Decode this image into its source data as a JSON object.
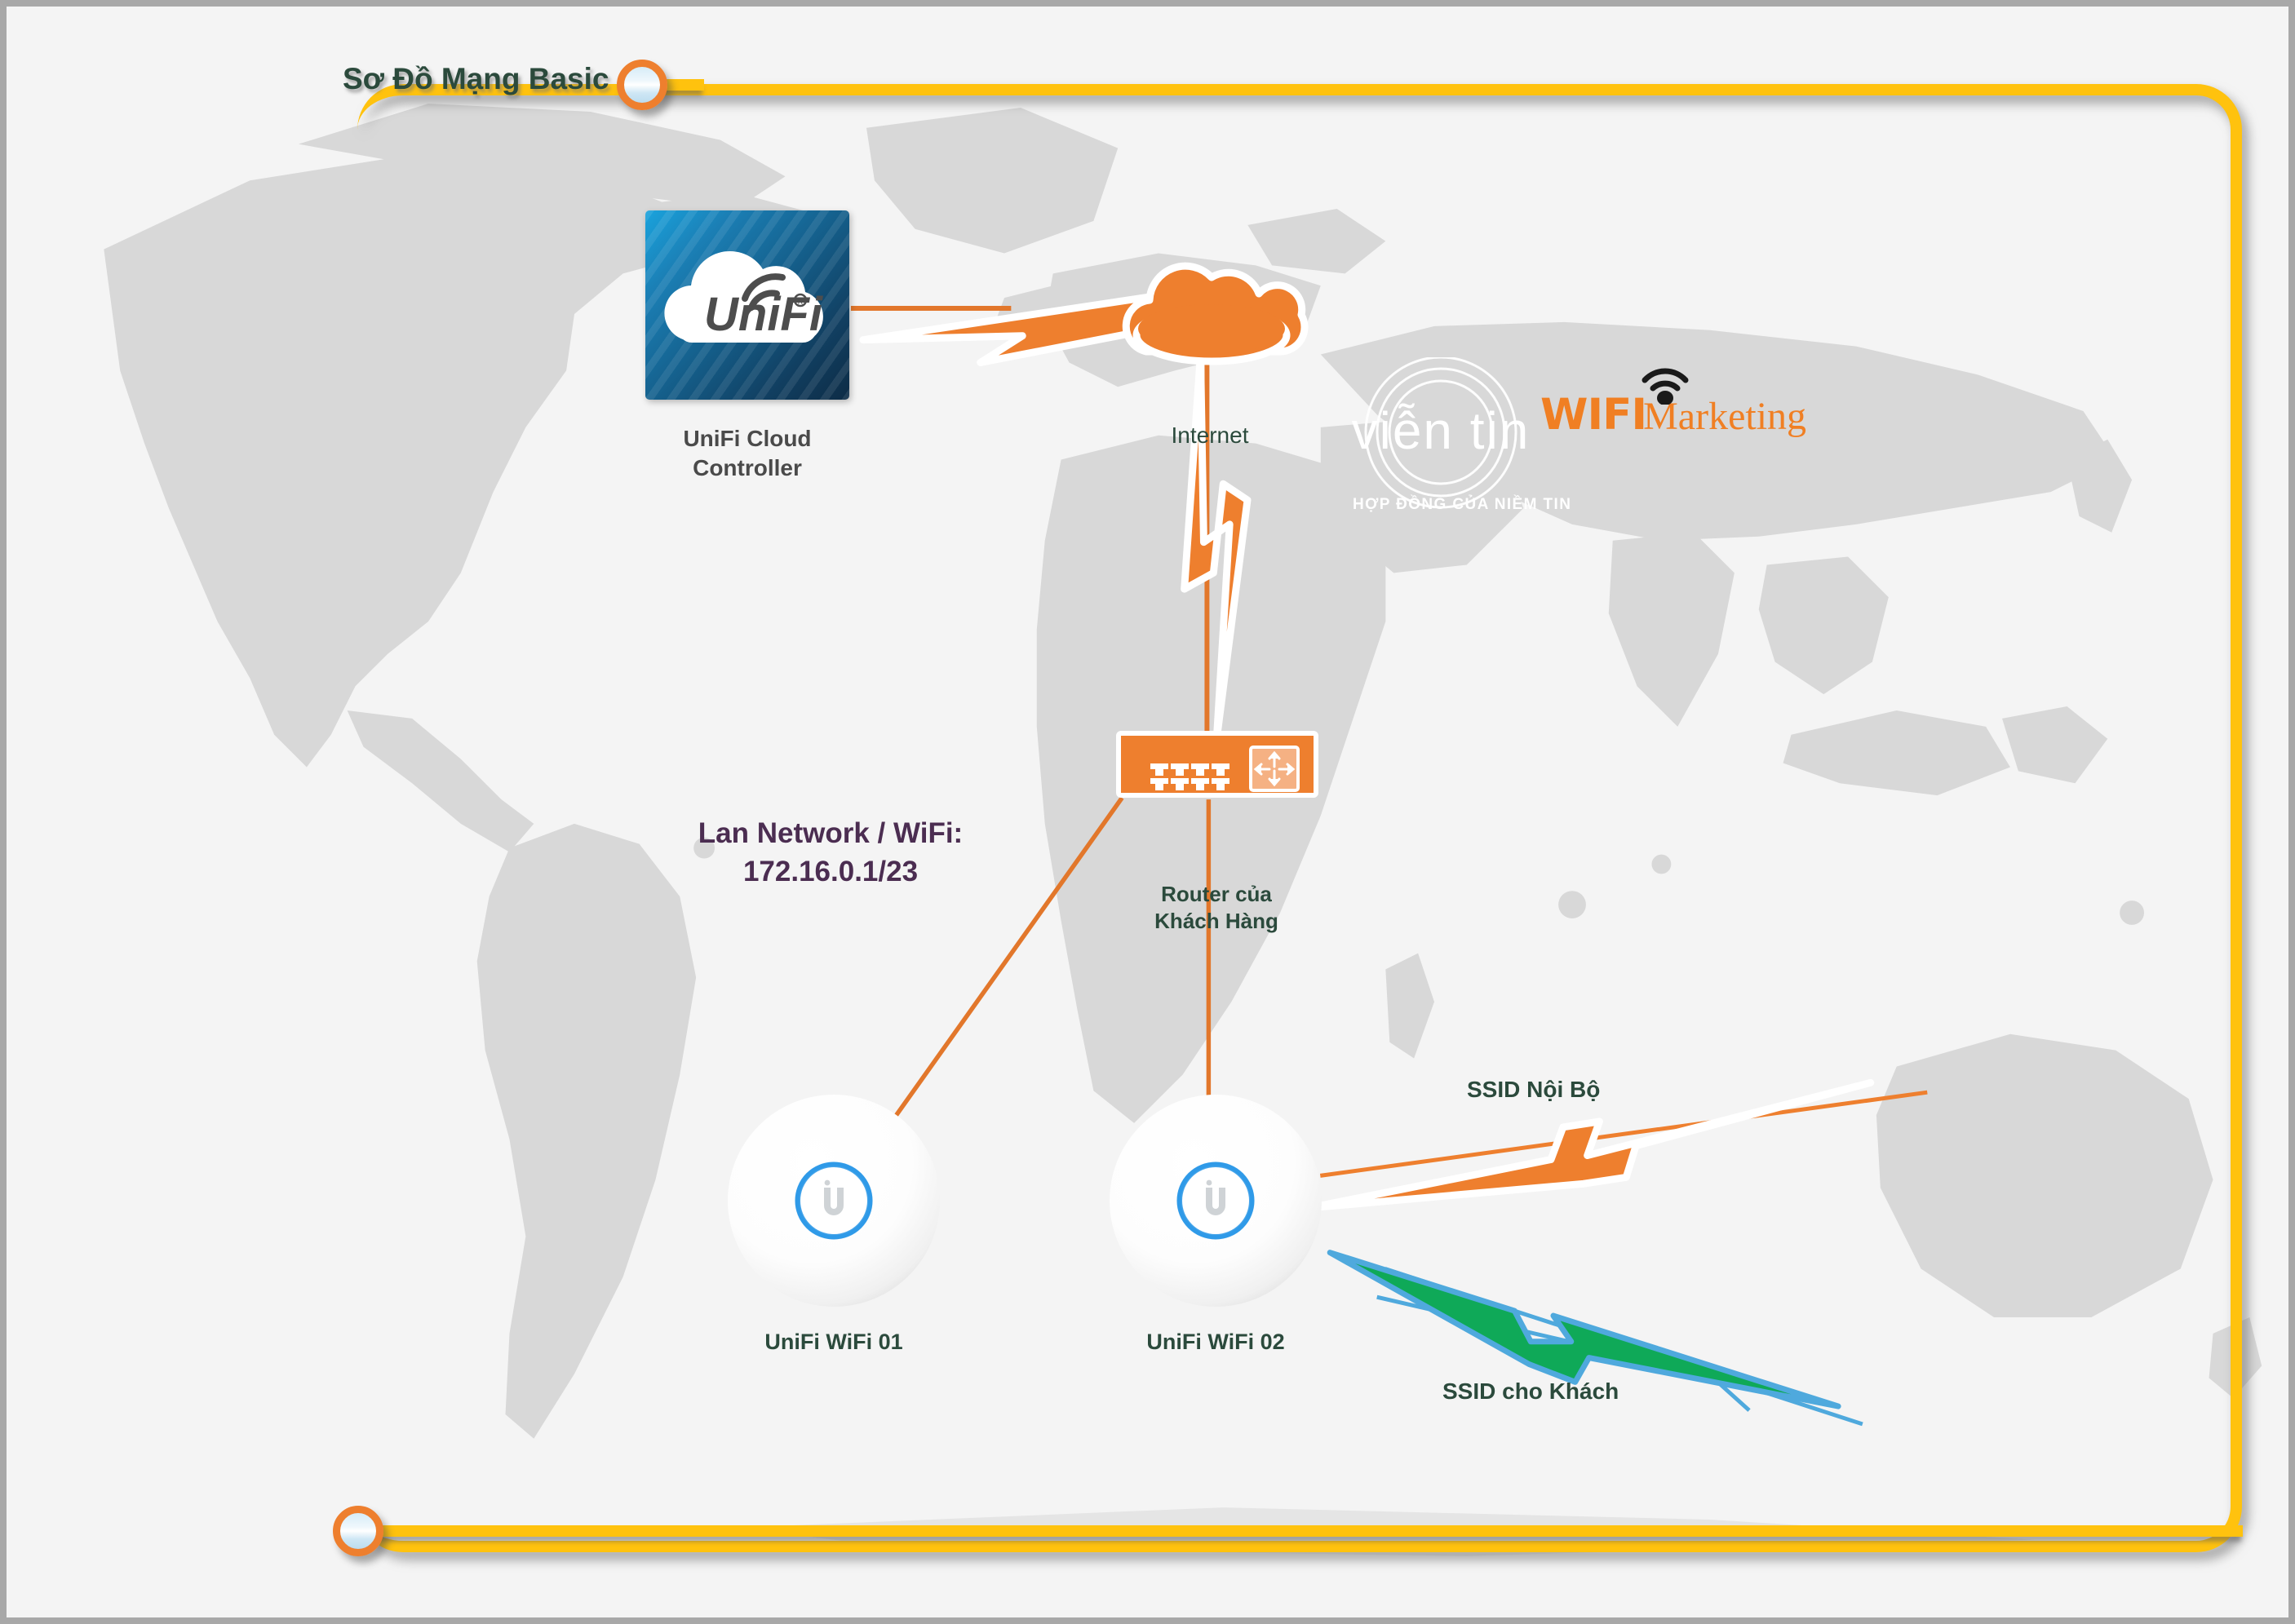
{
  "page": {
    "title": "Sơ Đồ Mạng Basic",
    "background_color": "#f4f4f4",
    "frame_color": "#FFC20E",
    "accent_orange": "#EE7F2E",
    "label_green": "#2b4a3c",
    "lan_purple": "#4b2d51",
    "guest_green": "#0fa958",
    "guest_blue": "#4fa9dd"
  },
  "nodes": {
    "cloud_controller": {
      "label": "UniFi Cloud\nController",
      "icon": "unifi-cloud-tile",
      "logo_text": "UniFi",
      "logo_mark": "registered-trademark"
    },
    "internet": {
      "label": "Internet",
      "icon": "cloud-icon"
    },
    "router": {
      "label": "Router của\nKhách Hàng",
      "icon": "router-icon",
      "port_count": 8
    },
    "ap1": {
      "label": "UniFi WiFi 01",
      "icon": "access-point-icon"
    },
    "ap2": {
      "label": "UniFi WiFi 02",
      "icon": "access-point-icon"
    }
  },
  "annotations": {
    "lan": "Lan Network / WiFi:\n172.16.0.1/23",
    "ssid_internal": "SSID Nội Bộ",
    "ssid_guest": "SSID cho Khách"
  },
  "watermark": {
    "company": "viễn tin",
    "tagline": "HỢP ĐỒNG CỦA NIỀM TIN",
    "brand_wifi": "WIFI",
    "brand_marketing": "Marketing",
    "brand_icon": "wifi-signal-icon"
  }
}
